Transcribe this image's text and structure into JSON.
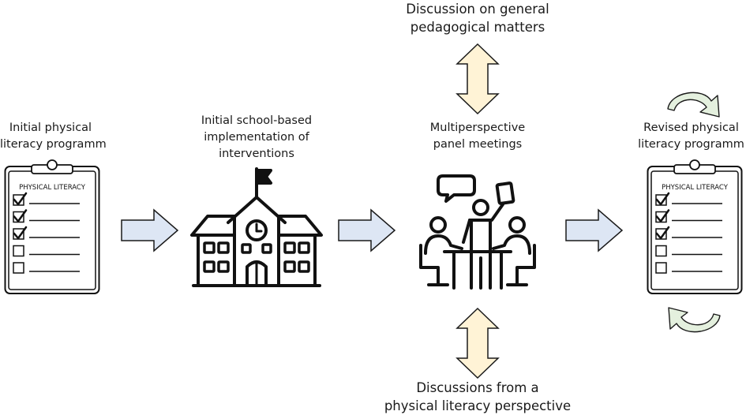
{
  "stages": {
    "initial_program": {
      "line1": "Initial physical",
      "line2": "literacy programm",
      "clipboard_title": "PHYSICAL LITERACY",
      "checked": [
        true,
        true,
        true,
        false,
        false
      ]
    },
    "implementation": {
      "line1": "Initial school-based",
      "line2": "implementation of",
      "line3": "interventions"
    },
    "panel": {
      "line1": "Multiperspective",
      "line2": "panel meetings"
    },
    "revised_program": {
      "line1": "Revised physical",
      "line2": "literacy programm",
      "clipboard_title": "PHYSICAL LITERACY",
      "checked": [
        true,
        true,
        true,
        false,
        false
      ]
    }
  },
  "discussions": {
    "top": {
      "line1": "Discussion on general",
      "line2": "pedagogical matters"
    },
    "bottom": {
      "line1": "Discussions from a",
      "line2": "physical literacy perspective"
    }
  },
  "colors": {
    "flow_arrow_fill": "#dde6f4",
    "vertical_arrow_fill": "#fff3d6",
    "cycle_arrow_fill": "#e4f0de",
    "icon_stroke": "#111111"
  }
}
